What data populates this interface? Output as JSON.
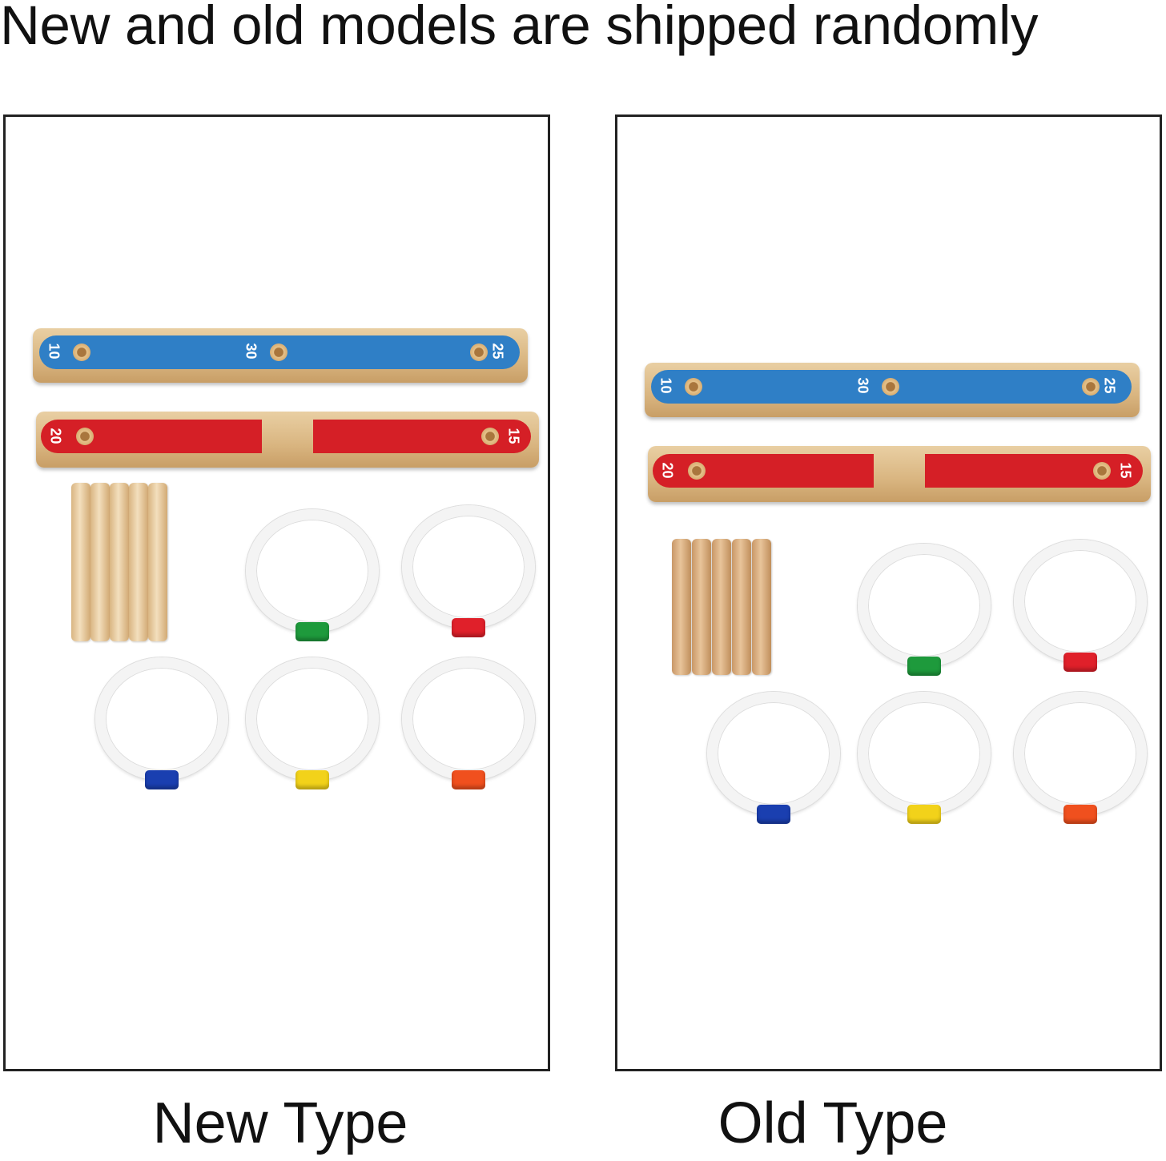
{
  "title": "New and old models are shipped randomly",
  "panels": [
    {
      "caption": "New Type",
      "blue_numbers": [
        "10",
        "30",
        "25"
      ],
      "red_numbers": [
        "20",
        "15"
      ],
      "bead_colors": [
        "#1e9a3c",
        "#e0202a",
        "#1a3fb0",
        "#f2d21a",
        "#f0501e"
      ]
    },
    {
      "caption": "Old Type",
      "blue_numbers": [
        "10",
        "30",
        "25"
      ],
      "red_numbers": [
        "20",
        "15"
      ],
      "bead_colors": [
        "#1e9a3c",
        "#e0202a",
        "#1a3fb0",
        "#f2d21a",
        "#f0501e"
      ]
    }
  ]
}
